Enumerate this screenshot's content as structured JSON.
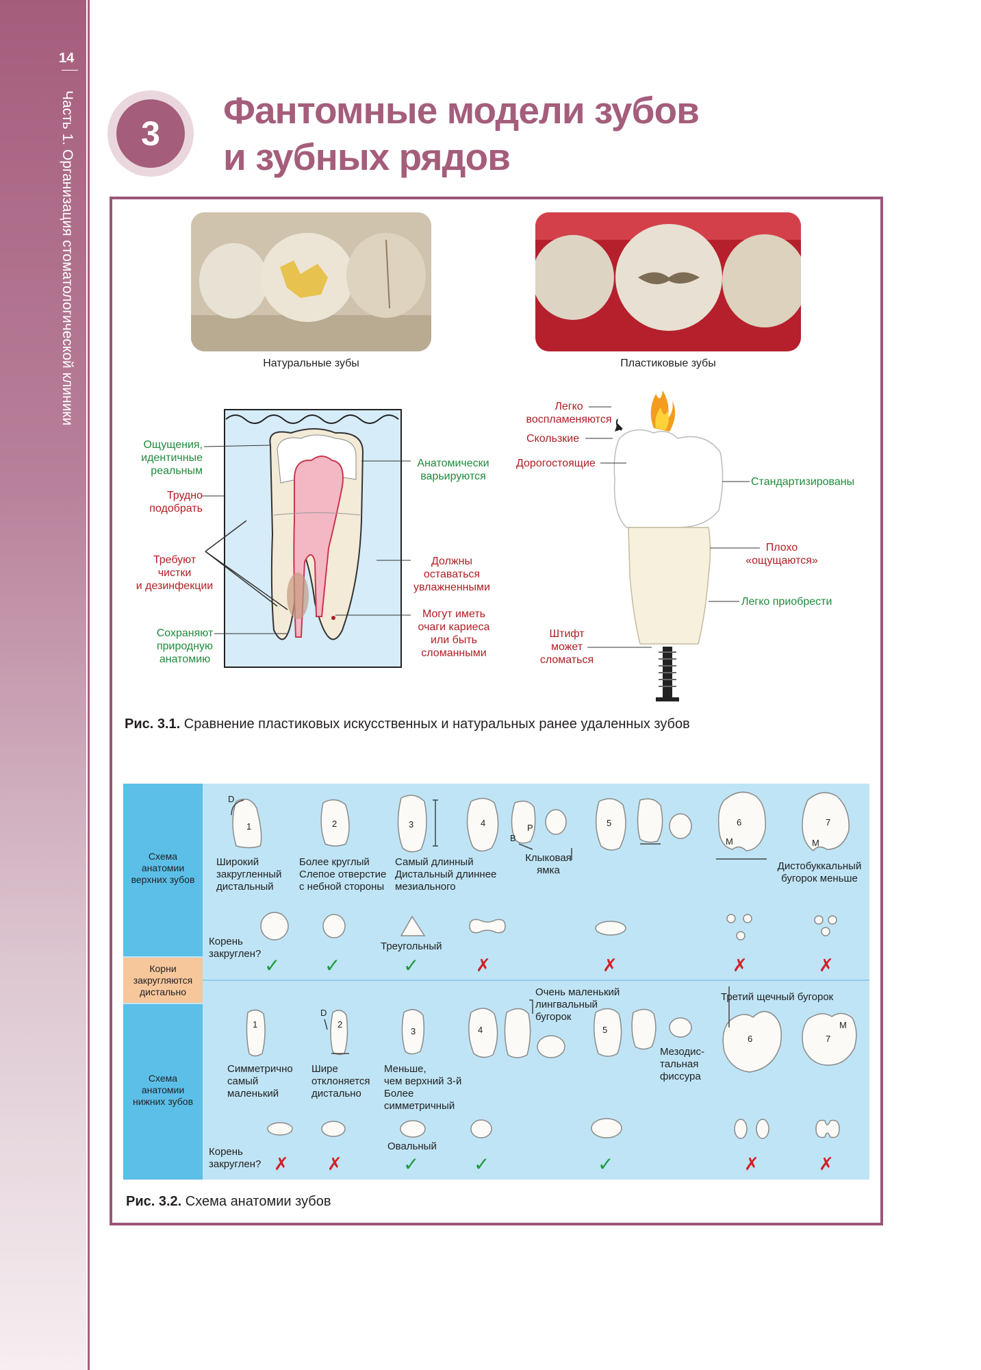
{
  "page": {
    "number": "14",
    "running_head": "Часть 1. Организация стоматологической клиники",
    "chapter_number": "3",
    "chapter_title_line1": "Фантомные модели зубов",
    "chapter_title_line2": "и зубных рядов",
    "accent_color": "#a55d7c"
  },
  "fig31": {
    "photo_natural_caption": "Натуральные зубы",
    "photo_plastic_caption": "Пластиковые зубы",
    "natural_labels": {
      "sensation": "Ощущения,\nидентичные\nреальным",
      "hard_to_match": "Трудно\nподобрать",
      "need_cleaning": "Требуют\nчистки\nи дезинфекции",
      "preserve_anatomy": "Сохраняют\nприродную\nанатомию",
      "vary": "Анатомически\nварьируются",
      "keep_moist": "Должны\nоставаться\nувлажненными",
      "caries": "Могут иметь\nочаги кариеса\nили быть\nсломанными"
    },
    "plastic_labels": {
      "flammable": "Легко\nвоспламеняются",
      "slippery": "Скользкие",
      "expensive": "Дорогостоящие",
      "standardized": "Стандартизированы",
      "poor_feel": "Плохо\n«ощущаются»",
      "easy_buy": "Легко приобрести",
      "pin_break": "Штифт\nможет\nсломаться"
    },
    "caption_bold": "Рис. 3.1.",
    "caption_text": " Сравнение пластиковых искусственных и натуральных ранее удаленных зубов"
  },
  "fig32": {
    "row_upper": "Схема\nанатомии\nверхних зубов",
    "row_distal": "Корни\nзакругляются\nдистально",
    "row_lower": "Схема\nанатомии\nнижних зубов",
    "upper_notes": {
      "t1": "Широкий\nзакругленный\nдистальный",
      "t2": "Более круглый\nСлепое отверстие\nс небной стороны",
      "t3": "Самый длинный\nДистальный длиннее\nмезиального",
      "t4": "Клыковая\nямка",
      "t7": "Дистобуккальный\nбугорок меньше",
      "root_q": "Корень\nзакруглен?",
      "tri": "Треугольный"
    },
    "upper_letters": {
      "d": "D",
      "b": "B",
      "p": "P",
      "m6": "M",
      "m7": "M"
    },
    "lower_notes": {
      "t1": "Симметрично\nсамый\nмаленький",
      "t2": "Шире\nотклоняется\nдистально",
      "t3": "Меньше,\nчем верхний 3-й\nБолее\nсимметричный",
      "lingual": "Очень маленький\nлингвальный\nбугорок",
      "fissure": "Мезодис-\nтальная\nфиссура",
      "cusp": "Третий щечный бугорок",
      "root_q": "Корень\nзакруглен?",
      "oval": "Овальный"
    },
    "lower_letters": {
      "d": "D",
      "m7": "M"
    },
    "upper_marks": [
      "yes",
      "yes",
      "yes",
      "no",
      "no",
      "no",
      "no"
    ],
    "lower_marks": [
      "no",
      "no",
      "yes",
      "yes",
      "yes",
      "no",
      "no"
    ],
    "tooth_numbers": [
      "1",
      "2",
      "3",
      "4",
      "5",
      "6",
      "7"
    ],
    "caption_bold": "Рис. 3.2.",
    "caption_text": " Схема анатомии зубов"
  }
}
